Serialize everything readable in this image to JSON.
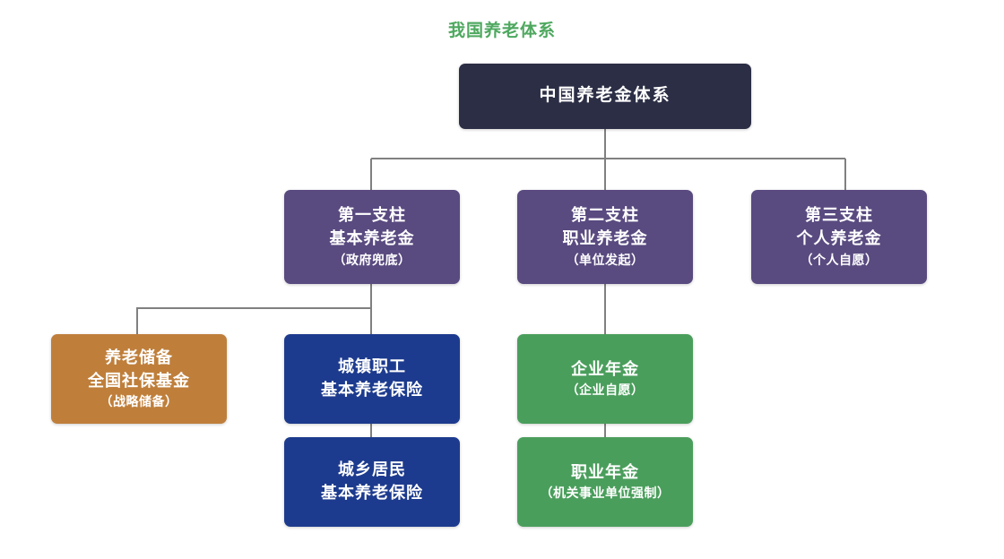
{
  "title": "我国养老体系",
  "title_color": "#4ea85f",
  "background": "#ffffff",
  "edge_color": "#808080",
  "palette": {
    "root": "#2b2e45",
    "pillar": "#594a80",
    "basic": "#1d3b8e",
    "occupational": "#4a9e5c",
    "reserve": "#bf7f3b"
  },
  "nodes": {
    "root": {
      "line1": "中国养老金体系",
      "line2": "",
      "note": "",
      "color": "#2b2e45"
    },
    "pillar1": {
      "line1": "第一支柱",
      "line2": "基本养老金",
      "note": "（政府兜底）",
      "color": "#594a80"
    },
    "pillar2": {
      "line1": "第二支柱",
      "line2": "职业养老金",
      "note": "（单位发起）",
      "color": "#594a80"
    },
    "pillar3": {
      "line1": "第三支柱",
      "line2": "个人养老金",
      "note": "（个人自愿）",
      "color": "#594a80"
    },
    "reserve": {
      "line1": "养老储备",
      "line2": "全国社保基金",
      "note": "（战略储备）",
      "color": "#bf7f3b"
    },
    "urban_worker": {
      "line1": "城镇职工",
      "line2": "基本养老保险",
      "note": "",
      "color": "#1d3b8e"
    },
    "urban_rural_resident": {
      "line1": "城乡居民",
      "line2": "基本养老保险",
      "note": "",
      "color": "#1d3b8e"
    },
    "enterprise_annuity": {
      "line1": "企业年金",
      "line2": "",
      "note": "（企业自愿）",
      "color": "#4a9e5c"
    },
    "occupational_annuity": {
      "line1": "职业年金",
      "line2": "",
      "note": "（机关事业单位强制）",
      "color": "#4a9e5c"
    }
  },
  "edges": [
    {
      "from": "root",
      "to": "pillar1"
    },
    {
      "from": "root",
      "to": "pillar2"
    },
    {
      "from": "root",
      "to": "pillar3"
    },
    {
      "from": "pillar1",
      "to": "reserve"
    },
    {
      "from": "pillar1",
      "to": "urban_worker"
    },
    {
      "from": "urban_worker",
      "to": "urban_rural_resident"
    },
    {
      "from": "pillar2",
      "to": "enterprise_annuity"
    },
    {
      "from": "enterprise_annuity",
      "to": "occupational_annuity"
    }
  ]
}
